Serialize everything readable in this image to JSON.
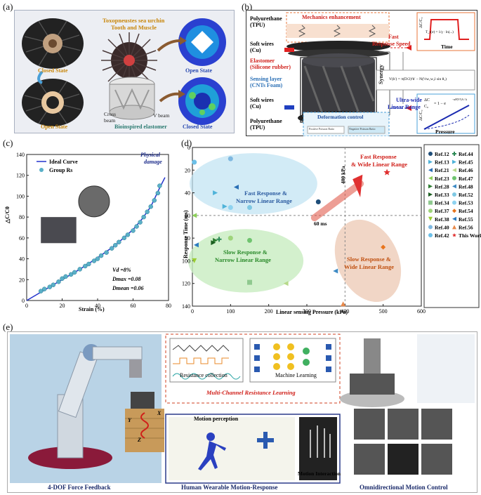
{
  "panel_a": {
    "label": "(a)",
    "title_line1": "Toxopneustes sea urchin",
    "title_line2": "Tooth and Muscle",
    "closed_top": "Closed State",
    "open_right": "Open State",
    "open_left": "Open State",
    "closed_right": "Closed State",
    "cross_beam_1": "Cross",
    "cross_beam_2": "beam",
    "v_beam": "V beam",
    "bioinspired": "Bioinspired elastomer"
  },
  "panel_b": {
    "label": "(b)",
    "tpu_top_1": "Polyurethane",
    "tpu_top_2": "(TPU)",
    "mech": "Mechanics enhancement",
    "soft_top_1": "Soft wires",
    "soft_top_2": "(Cu)",
    "elastomer_1": "Elastomer",
    "elastomer_2": "(Silicone rubber)",
    "sensing_1": "Sensing layer",
    "sensing_2": "(CNTs Foam)",
    "soft_bot_1": "Soft wires",
    "soft_bot_2": "(Cu)",
    "tpu_bot_1": "Polyurethane",
    "tpu_bot_2": "(TPU)",
    "deform": "Deformation control",
    "pos_ratio": "Positive Poisson Ratio",
    "neg_ratio": "Negative Poisson Ratio",
    "fast_1": "Fast",
    "fast_2": "Response Speed",
    "synergy": "Synergy",
    "ultra_1": "Ultra-wide",
    "ultra_2": "Linear Range",
    "time": "Time",
    "pressure": "Pressure",
    "dcc": "ΔC/C₀",
    "eq1": "T_r(σ) = 1/γ · ln(...)",
    "eq2": "V(h') = π(D/2)²h' − N(½w₁w₂l sin θ₁)",
    "eq3_a": "ΔC",
    "eq3_b": "C₀",
    "eq3_c": "= 1 − e",
    "eq3_exp": "−αP(Vᵈ)A / k"
  },
  "panel_c": {
    "label": "(c)",
    "legend_ideal": "Ideal Curve",
    "legend_group": "Group Rs",
    "physical_1": "Physical",
    "physical_2": "damage",
    "vd": "Vd =8%",
    "dmax": "Dmax =0.08",
    "dmean": "Dmean =0.06",
    "xlabel": "Strain (%)",
    "ylabel": "△C/C0"
  },
  "panel_d": {
    "label": "(d)",
    "xlabel": "Linear sensing Pressure (kPa)",
    "ylabel": "Response Time (ms)",
    "region_fast_narrow_1": "Fast Response &",
    "region_fast_narrow_2": "Narrow Linear Range",
    "region_slow_narrow_1": "Slow Response &",
    "region_slow_narrow_2": "Narrow Linear Range",
    "region_slow_wide_1": "Slow Response &",
    "region_slow_wide_2": "Wide Linear Range",
    "region_fast_wide_1": "Fast Response",
    "region_fast_wide_2": "& Wide Linear Range",
    "line_60": "60 ms",
    "line_400": "400 kPa"
  },
  "panel_e": {
    "label": "(e)",
    "resistance": "Resistance collection",
    "ml": "Machine Learning",
    "mcrl": "Multi-Channel Resistance Learning",
    "motion_perception": "Motion perception",
    "motion_interaction": "Motion Interaction",
    "caption_left": "4-DOF Force Feedback",
    "caption_mid": "Human Wearable Motion-Response",
    "caption_right": "Omnidirectional Motion Control",
    "axis_x": "X",
    "axis_y": "Y",
    "axis_z": "Z"
  },
  "chart_data": [
    {
      "type": "scatter",
      "title": "",
      "xlabel": "Strain (%)",
      "ylabel": "△C/C0",
      "xlim": [
        0,
        80
      ],
      "ylim": [
        0,
        140
      ],
      "xticks": [
        0,
        20,
        40,
        60,
        80
      ],
      "yticks": [
        0,
        20,
        40,
        60,
        80,
        100,
        120,
        140
      ],
      "series": [
        {
          "name": "Ideal Curve",
          "kind": "line",
          "color": "#2233cc",
          "x": [
            0,
            10,
            20,
            30,
            40,
            50,
            60,
            65,
            70,
            75,
            78
          ],
          "y": [
            0,
            10,
            20,
            30,
            41,
            53,
            68,
            78,
            90,
            108,
            118
          ]
        },
        {
          "name": "Group Rs",
          "kind": "scatter",
          "color": "#5ab0c8",
          "x": [
            8,
            10,
            13,
            15,
            18,
            20,
            22,
            25,
            27,
            30,
            33,
            35,
            38,
            40,
            42,
            45,
            48,
            50,
            52,
            55,
            57,
            60,
            62,
            64,
            66,
            68,
            70,
            72,
            74,
            75
          ],
          "y": [
            9,
            11,
            13,
            15,
            18,
            21,
            23,
            25,
            27,
            30,
            33,
            35,
            38,
            40,
            43,
            46,
            50,
            53,
            56,
            60,
            63,
            67,
            71,
            75,
            80,
            85,
            90,
            96,
            103,
            110
          ]
        }
      ]
    },
    {
      "type": "scatter",
      "title": "",
      "xlabel": "Linear sensing Pressure (kPa)",
      "ylabel": "Response Time (ms)",
      "xlim": [
        0,
        600
      ],
      "ylim": [
        140,
        0
      ],
      "xticks": [
        0,
        100,
        200,
        300,
        400,
        500,
        600
      ],
      "yticks": [
        0,
        20,
        40,
        60,
        80,
        100,
        120,
        140
      ],
      "series": [
        {
          "name": "Ref.12",
          "marker": "circle",
          "color": "#1f4e79",
          "x": [
            330
          ],
          "y": [
            48
          ]
        },
        {
          "name": "Ref.13",
          "marker": "tri-right",
          "color": "#4fb3d9",
          "x": [
            60
          ],
          "y": [
            40
          ]
        },
        {
          "name": "Ref.21",
          "marker": "tri-left",
          "color": "#2a6fb5",
          "x": [
            115
          ],
          "y": [
            35
          ]
        },
        {
          "name": "Ref.23",
          "marker": "tri-left",
          "color": "#8ccf5a",
          "x": [
            5
          ],
          "y": [
            60
          ]
        },
        {
          "name": "Ref.28",
          "marker": "tri-right",
          "color": "#2e7d32",
          "x": [
            60
          ],
          "y": [
            82
          ]
        },
        {
          "name": "Ref.33",
          "marker": "tri-right",
          "color": "#1b5e20",
          "x": [
            55
          ],
          "y": [
            84
          ]
        },
        {
          "name": "Ref.34",
          "marker": "square",
          "color": "#8fc98f",
          "x": [
            150
          ],
          "y": [
            119
          ]
        },
        {
          "name": "Ref.37",
          "marker": "circle",
          "color": "#9ed47a",
          "x": [
            100
          ],
          "y": [
            80
          ]
        },
        {
          "name": "Ref.38",
          "marker": "tri-down",
          "color": "#9acd32",
          "x": [
            5
          ],
          "y": [
            100
          ]
        },
        {
          "name": "Ref.40",
          "marker": "circle",
          "color": "#7fb8e0",
          "x": [
            100
          ],
          "y": [
            10
          ]
        },
        {
          "name": "Ref.42",
          "marker": "circle",
          "color": "#6cc0e8",
          "x": [
            5
          ],
          "y": [
            13
          ]
        },
        {
          "name": "Ref.44",
          "marker": "plus",
          "color": "#2e8b57",
          "x": [
            70
          ],
          "y": [
            81
          ]
        },
        {
          "name": "Ref.45",
          "marker": "tri-right",
          "color": "#4fb3d9",
          "x": [
            85
          ],
          "y": [
            52
          ]
        },
        {
          "name": "Ref.46",
          "marker": "tri-left",
          "color": "#b7d98a",
          "x": [
            245
          ],
          "y": [
            120
          ]
        },
        {
          "name": "Ref.47",
          "marker": "circle",
          "color": "#6fc46f",
          "x": [
            150
          ],
          "y": [
            82
          ]
        },
        {
          "name": "Ref.48",
          "marker": "tri-left",
          "color": "#3d8ac4",
          "x": [
            375
          ],
          "y": [
            109
          ]
        },
        {
          "name": "Ref.52",
          "marker": "circle",
          "color": "#7ec8e3",
          "x": [
            150
          ],
          "y": [
            53
          ]
        },
        {
          "name": "Ref.53",
          "marker": "circle",
          "color": "#8fd3f0",
          "x": [
            100
          ],
          "y": [
            53
          ]
        },
        {
          "name": "Ref.54",
          "marker": "diamond",
          "color": "#e8741c",
          "x": [
            500
          ],
          "y": [
            88
          ]
        },
        {
          "name": "Ref.55",
          "marker": "tri-left",
          "color": "#2b7bbf",
          "x": [
            10
          ],
          "y": [
            86
          ]
        },
        {
          "name": "Ref.56",
          "marker": "tri-up",
          "color": "#e8894a",
          "x": [
            395
          ],
          "y": [
            138
          ]
        },
        {
          "name": "This Work",
          "marker": "star",
          "color": "#e03030",
          "x": [
            510
          ],
          "y": [
            22
          ]
        }
      ]
    }
  ]
}
